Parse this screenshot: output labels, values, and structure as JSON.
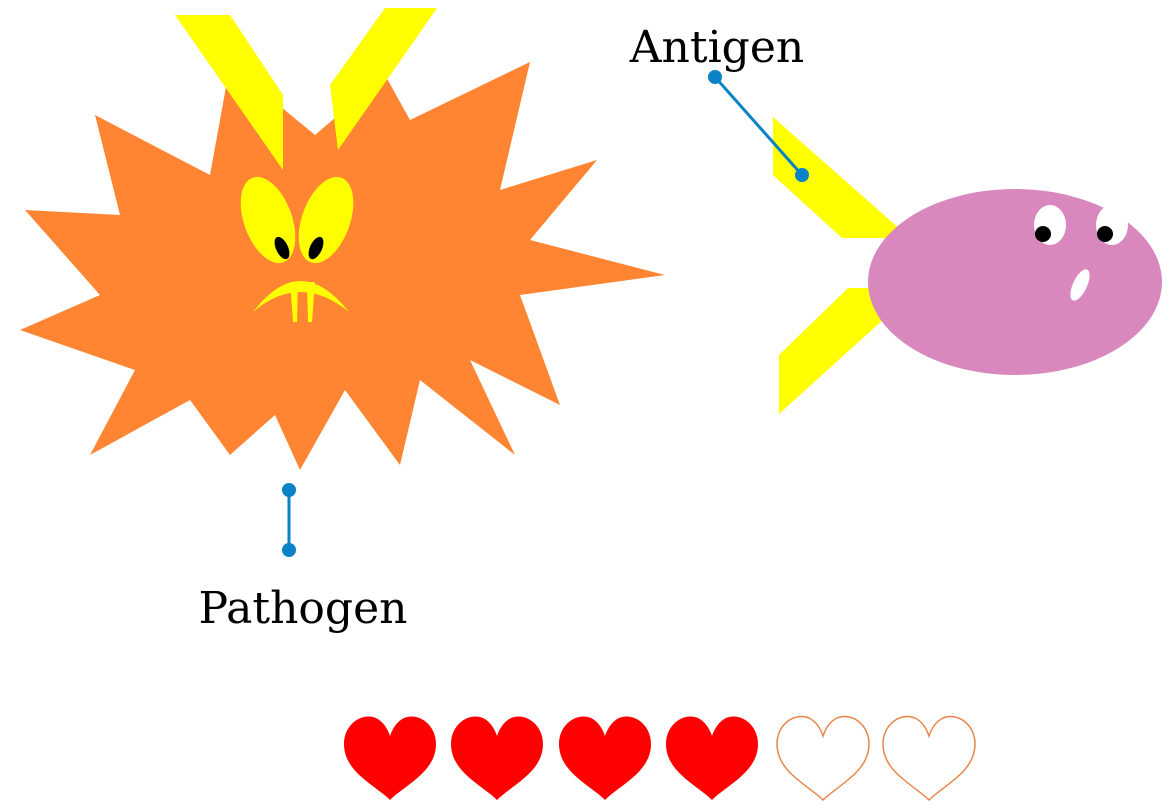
{
  "labels": {
    "antigen": "Antigen",
    "pathogen": "Pathogen"
  },
  "lives": {
    "total": 6,
    "filled": 4
  },
  "colors": {
    "pathogen_body": "#FF8533",
    "antigen_spike": "#FFFF00",
    "face_yellow": "#FFFF00",
    "cell_body": "#D988BD",
    "callout_line": "#0A82C7",
    "heart_filled": "#FF0000",
    "heart_outline": "#E8864A"
  },
  "icons": {
    "life_filled": "filled-heart-icon",
    "life_empty": "empty-heart-icon"
  }
}
